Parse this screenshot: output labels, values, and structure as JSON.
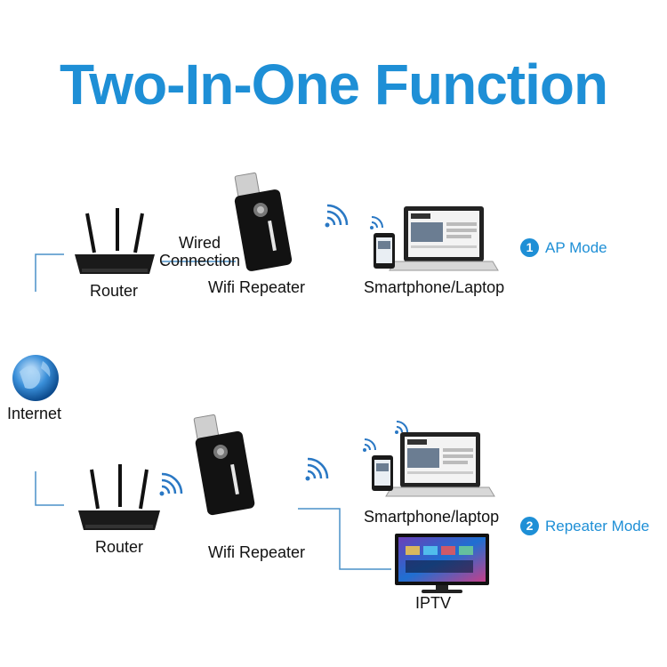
{
  "title": "Two-In-One Function",
  "colors": {
    "accent": "#1e8fd6",
    "text": "#111111",
    "line": "#4a90c8"
  },
  "top_section": {
    "router_label": "Router",
    "wired_line1": "Wired",
    "wired_line2": "Connection",
    "repeater_label": "Wifi Repeater",
    "devices_label": "Smartphone/Laptop",
    "mode_number": "1",
    "mode_label": "AP Mode"
  },
  "internet_label": "Internet",
  "bottom_section": {
    "router_label": "Router",
    "repeater_label": "Wifi Repeater",
    "devices_label": "Smartphone/laptop",
    "mode_number": "2",
    "mode_label": "Repeater Mode",
    "tv_label": "IPTV"
  },
  "icons": [
    "router-icon",
    "usb-repeater-icon",
    "wifi-signal-icon",
    "laptop-icon",
    "smartphone-icon",
    "globe-icon",
    "tv-icon"
  ]
}
